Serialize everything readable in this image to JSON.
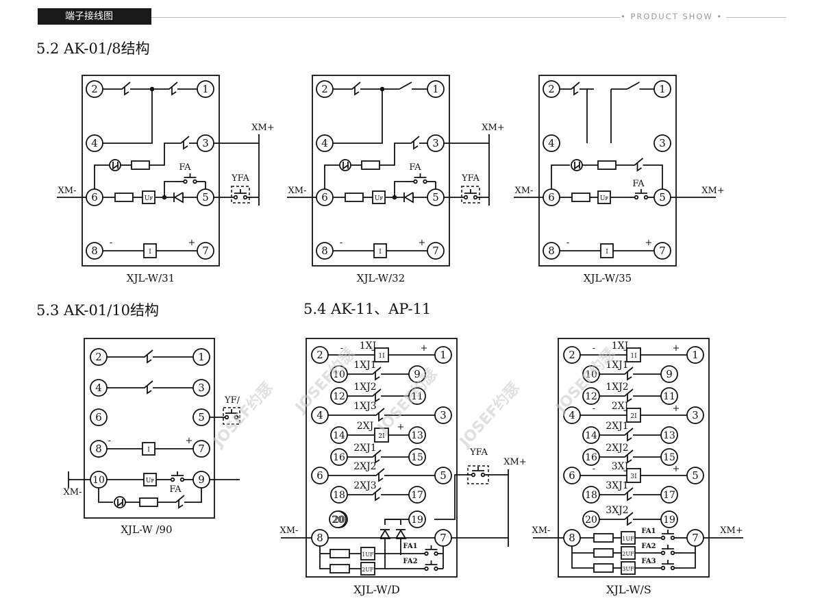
{
  "header": {
    "tag_label": "端子接线图",
    "product_show": "• PRODUCT SHOW •"
  },
  "sections": {
    "s52": "5.2 AK-01/8结构",
    "s53": "5.3 AK-01/10结构",
    "s54": "5.4 AK-11、AP-11"
  },
  "models": {
    "w31": "XJL-W/31",
    "w32": "XJL-W/32",
    "w35": "XJL-W/35",
    "w90": "XJL-W /90",
    "wd": "XJL-W/D",
    "ws": "XJL-W/S"
  },
  "labels": {
    "xm_minus": "XM-",
    "xm_plus": "XM+",
    "fa": "FA",
    "yfa": "YFA",
    "yfa_cut": "YF/",
    "uf": "UF",
    "i": "I",
    "minus": "-",
    "plus": "+",
    "xj1": "1XJ",
    "xj1_1": "1XJ1",
    "xj1_2": "1XJ2",
    "xj1_3": "1XJ3",
    "xj2": "2XJ",
    "xj2_1": "2XJ1",
    "xj2_2": "2XJ2",
    "xj2_3": "2XJ3",
    "xj3": "3XJ",
    "xj3_1": "3XJ1",
    "xj3_2": "3XJ2",
    "one_i": "1I",
    "two_i": "2I",
    "three_i": "3I",
    "one_uf": "1UF",
    "two_uf": "2UF",
    "three_uf": "3UF",
    "fa1": "FA1",
    "fa2": "FA2",
    "fa3": "FA3"
  },
  "watermark": {
    "text": "JOSEF约瑟"
  },
  "terminals": [
    "1",
    "2",
    "3",
    "4",
    "5",
    "6",
    "7",
    "8",
    "9",
    "10",
    "11",
    "12",
    "13",
    "14",
    "15",
    "16",
    "17",
    "18",
    "19",
    "20"
  ]
}
